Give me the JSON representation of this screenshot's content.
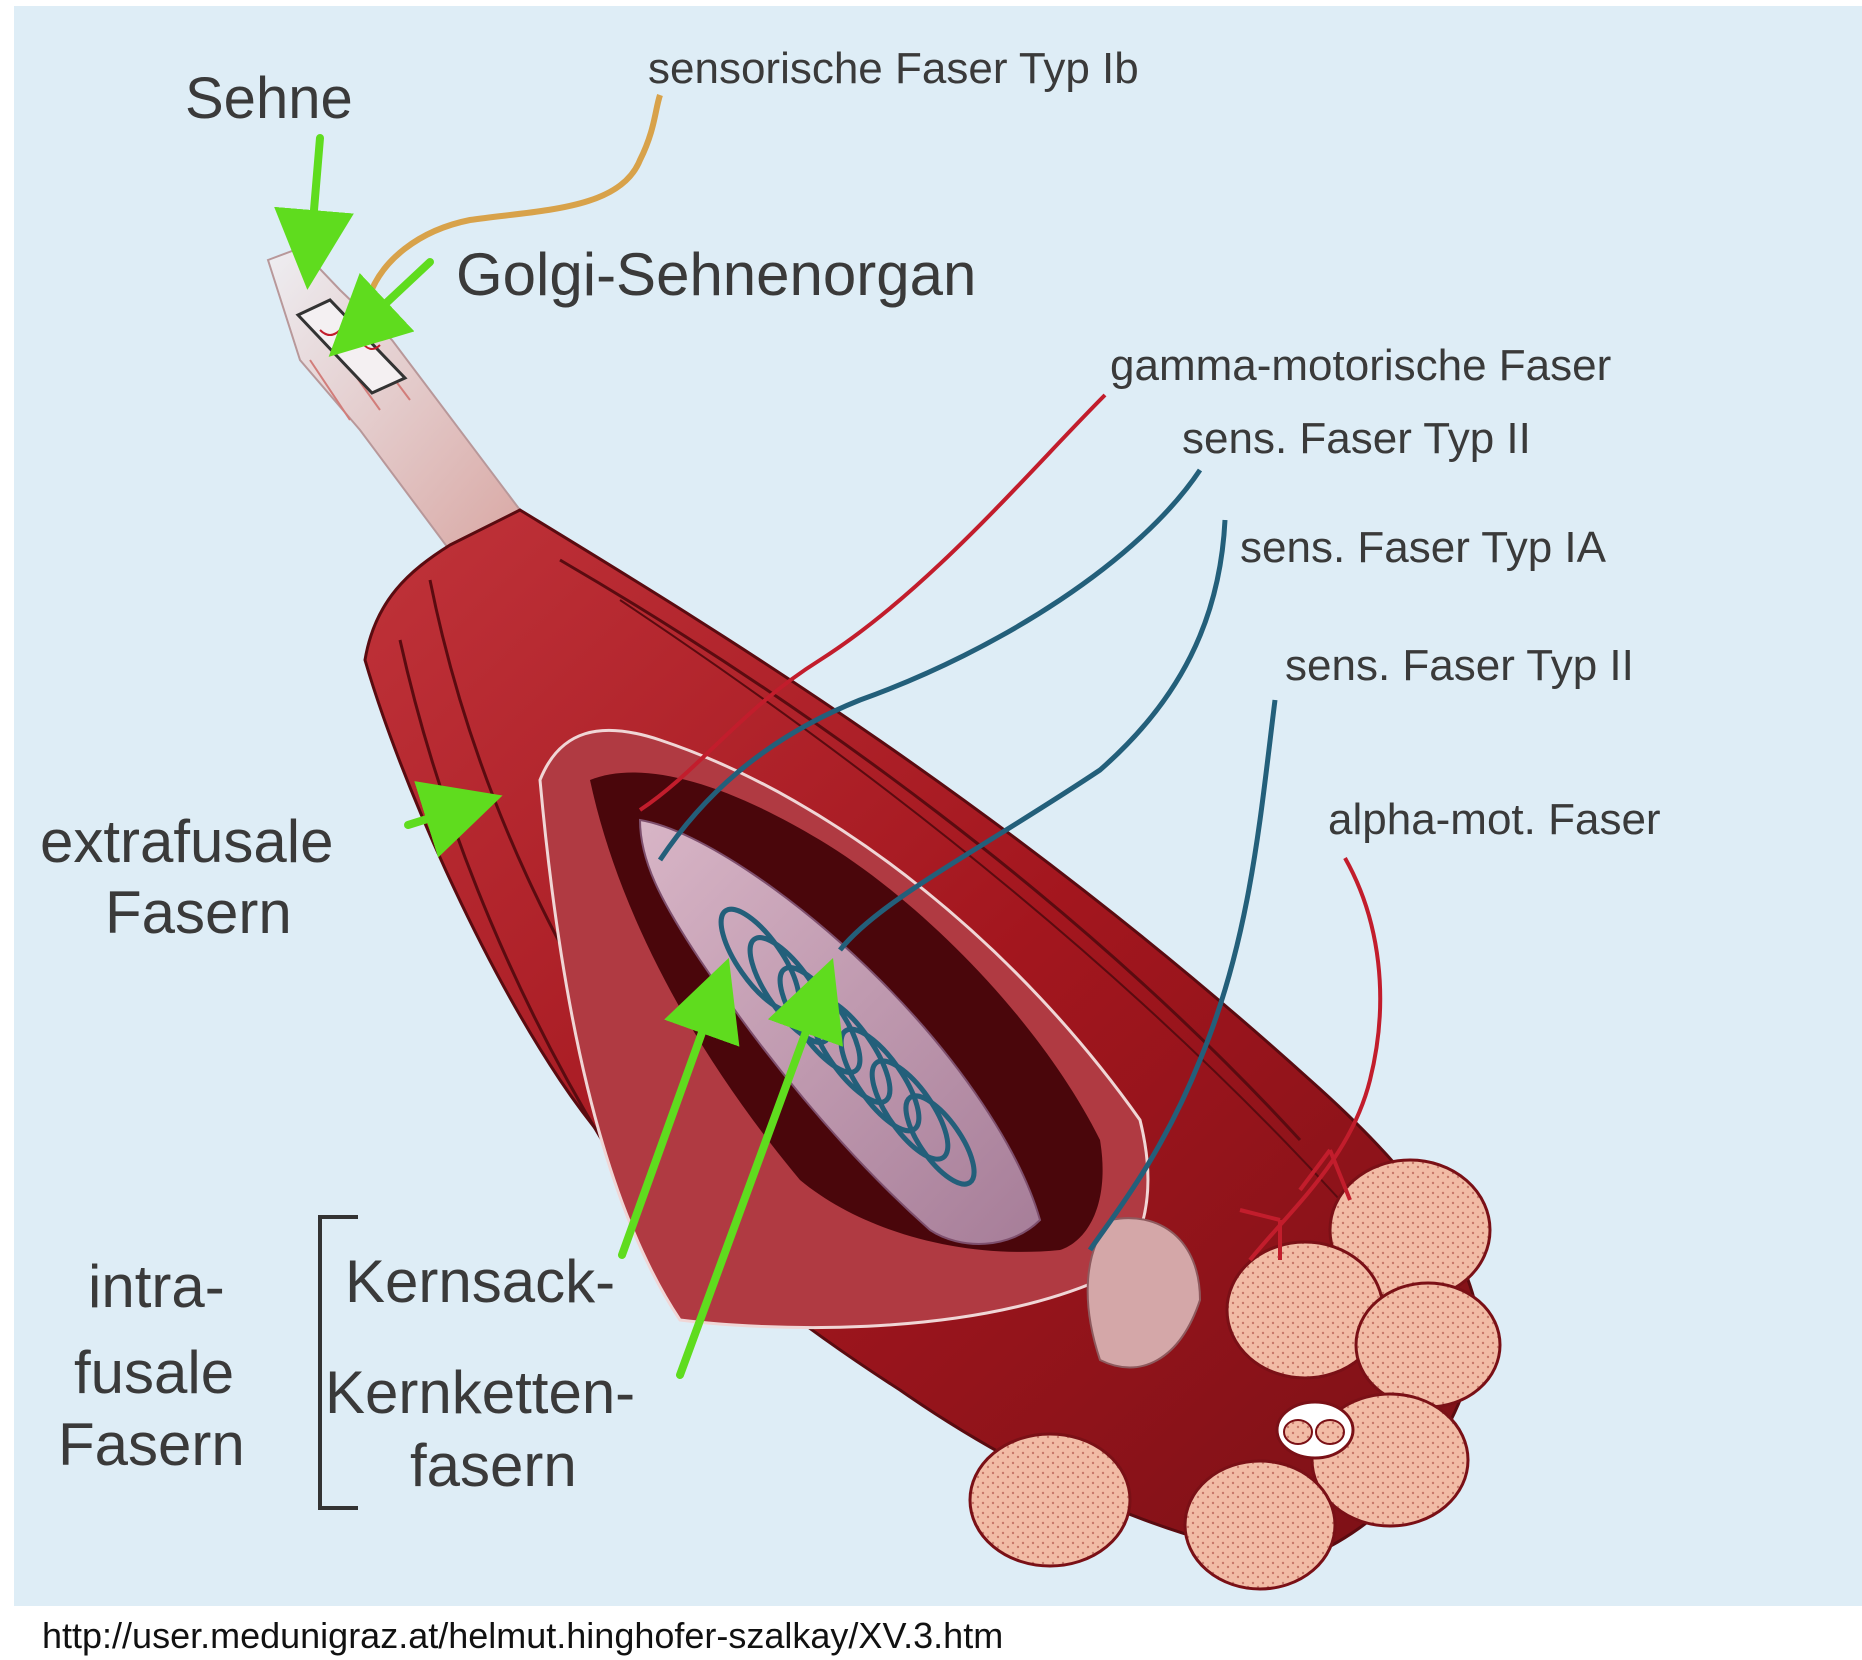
{
  "labels": {
    "sehne": "Sehne",
    "sensorische_faser_ib": "sensorische Faser Typ Ib",
    "golgi": "Golgi-Sehnenorgan",
    "gamma": "gamma-motorische Faser",
    "sens_ii_top": "sens. Faser Typ II",
    "sens_ia": "sens. Faser Typ IA",
    "sens_ii_mid": "sens. Faser Typ II",
    "alpha": "alpha-mot. Faser",
    "extrafusale_1": "extrafusale",
    "extrafusale_2": "Fasern",
    "intra_1": "intra-",
    "intra_2": "fusale",
    "intra_3": "Fasern",
    "kernsack": "Kernsack-",
    "kernketten": "Kernketten-",
    "fasern": "fasern"
  },
  "source_url": "http://user.medunigraz.at/helmut.hinghofer-szalkay/XV.3.htm",
  "colors": {
    "background": "#deedf6",
    "muscle_dark": "#7a1016",
    "muscle": "#a3161e",
    "muscle_light": "#c8545a",
    "tendon": "#d9d6dc",
    "spindle": "#c9a3b8",
    "sensory_blue": "#235f7a",
    "motor_red": "#c21d2c",
    "ib_fiber": "#d8a24a",
    "arrow_green": "#5fdc1e",
    "cross_section": "#f0b8a0"
  }
}
